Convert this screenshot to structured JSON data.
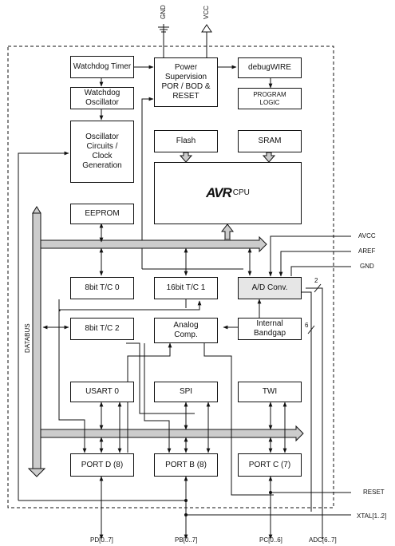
{
  "supply": {
    "gnd": "GND",
    "vcc": "VCC"
  },
  "blocks": {
    "watchdog_timer": "Watchdog Timer",
    "watchdog_oscillator": "Watchdog Oscillator",
    "power_supervision": [
      "Power",
      "Supervision",
      "POR / BOD &",
      "RESET"
    ],
    "debugwire": "debugWIRE",
    "program_logic": [
      "PROGRAM",
      "LOGIC"
    ],
    "oscillator": [
      "Oscillator",
      "Circuits /",
      "Clock",
      "Generation"
    ],
    "flash": "Flash",
    "sram": "SRAM",
    "cpu_logo": "AVR",
    "cpu": "CPU",
    "eeprom": "EEPROM",
    "tc0": "8bit T/C 0",
    "tc1": "16bit T/C 1",
    "adc": "A/D Conv.",
    "tc2": "8bit T/C 2",
    "analog_comp": [
      "Analog",
      "Comp."
    ],
    "bandgap": [
      "Internal",
      "Bandgap"
    ],
    "usart": "USART 0",
    "spi": "SPI",
    "twi": "TWI",
    "portd": "PORT D (8)",
    "portb": "PORT B (8)",
    "portc": "PORT C (7)"
  },
  "bus_label": "DATABUS",
  "signals": {
    "avcc": "AVCC",
    "aref": "AREF",
    "gnd": "GND",
    "reset": "RESET",
    "xtal": "XTAL[1..2]"
  },
  "bus_widths": {
    "adc_mux": "2",
    "adc_channels": "6"
  },
  "pins": {
    "pd": "PD[0..7]",
    "pb": "PB[0..7]",
    "pc": "PC[0..6]",
    "adc": "ADC[6..7]"
  }
}
